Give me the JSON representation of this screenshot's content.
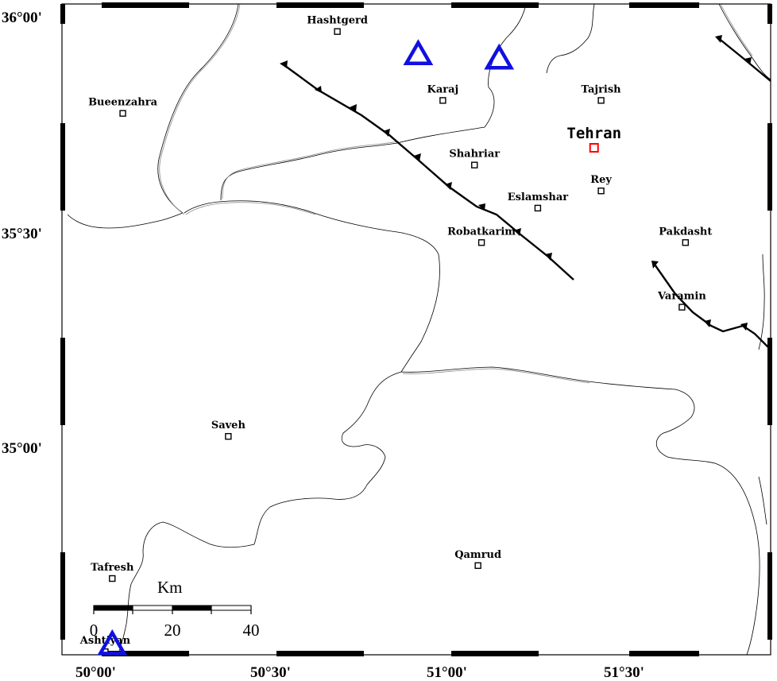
{
  "map": {
    "lat_labels": [
      "36°00'",
      "35°30'",
      "35°00'"
    ],
    "lon_labels": [
      "50°00'",
      "50°30'",
      "51°00'",
      "51°30'"
    ],
    "cities": [
      {
        "name": "Hashtgerd",
        "lon": 50.67,
        "lat": 35.96
      },
      {
        "name": "Karaj",
        "lon": 50.97,
        "lat": 35.8
      },
      {
        "name": "Tajrish",
        "lon": 51.42,
        "lat": 35.8
      },
      {
        "name": "Bueenzahra",
        "lon": 50.06,
        "lat": 35.77
      },
      {
        "name": "Shahriar",
        "lon": 51.06,
        "lat": 35.65
      },
      {
        "name": "Eslamshar",
        "lon": 51.24,
        "lat": 35.55
      },
      {
        "name": "Rey",
        "lon": 51.42,
        "lat": 35.59
      },
      {
        "name": "Robatkarim",
        "lon": 51.08,
        "lat": 35.47
      },
      {
        "name": "Pakdasht",
        "lon": 51.66,
        "lat": 35.47
      },
      {
        "name": "Varamin",
        "lon": 51.65,
        "lat": 35.32
      },
      {
        "name": "Saveh",
        "lon": 50.36,
        "lat": 35.02
      },
      {
        "name": "Qamrud",
        "lon": 51.07,
        "lat": 34.72
      },
      {
        "name": "Tafresh",
        "lon": 50.03,
        "lat": 34.69
      },
      {
        "name": "Ashtiyan",
        "lon": 50.01,
        "lat": 34.52
      }
    ],
    "capital": {
      "name": "Tehran",
      "lon": 51.4,
      "lat": 35.69,
      "color": "#ff0000"
    },
    "stations": [
      {
        "lon": 50.9,
        "lat": 35.91
      },
      {
        "lon": 51.13,
        "lat": 35.9
      },
      {
        "lon": 50.03,
        "lat": 34.54
      }
    ],
    "station_color": "#1010e0",
    "scale_bar": {
      "title": "Km",
      "ticks": [
        "0",
        "20",
        "40"
      ]
    }
  }
}
